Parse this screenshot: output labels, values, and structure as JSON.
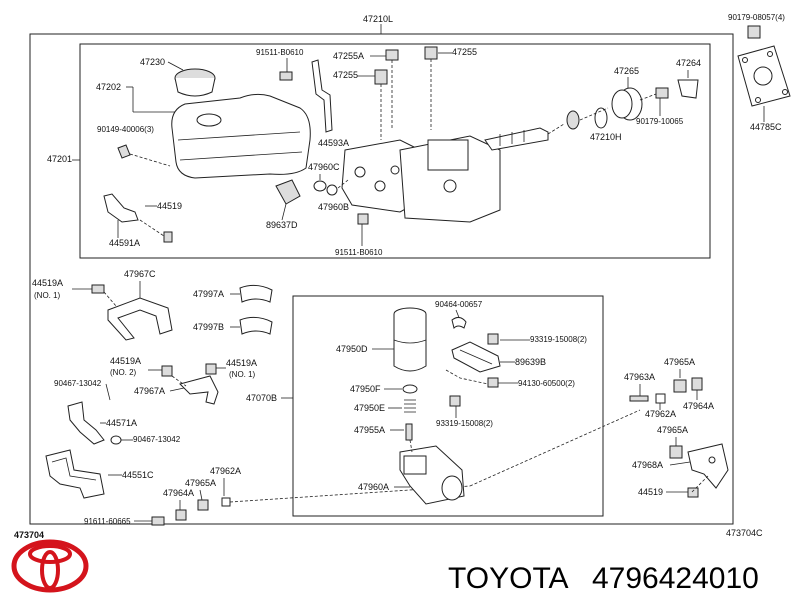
{
  "diagram": {
    "labels": {
      "assy_main": "47210L",
      "cap": "47230",
      "reservoir": "47202",
      "reservoir_assy": "47201",
      "screw_reservoir": "90149-40006(3)",
      "bolt_44519_top": "44519",
      "bracket_44591a": "44591A",
      "bolt_91511_top": "91511-B0610",
      "bracket_44593a": "44593A",
      "grommet_47255a": "47255A",
      "grommet_47255_left": "47255",
      "grommet_47255_right": "47255",
      "seal_47960c": "47960C",
      "washer_47960b": "47960B",
      "switch_89637d": "89637D",
      "bolt_91511_bottom": "91511-B0610",
      "boot_47265": "47265",
      "ring_47210h": "47210H",
      "clip_47264": "47264",
      "screw_90179_10065": "90179-10065",
      "nut_90179_08057": "90179-08057(4)",
      "gasket_44785c": "44785C",
      "bolt_44519a_no1_left": "44519A",
      "no1_left": "(NO. 1)",
      "bracket_47967c": "47967C",
      "cushion_47997a": "47997A",
      "cushion_47997b": "47997B",
      "bolt_44519a_no2": "44519A",
      "no2": "(NO. 2)",
      "bolt_44519a_no1_right": "44519A",
      "no1_right": "(NO. 1)",
      "clamp_90467_13042_left": "90467-13042",
      "bracket_47967a": "47967A",
      "tube_44571a": "44571A",
      "clamp_90467_13042_right": "90467-13042",
      "tube_44551c": "44551C",
      "grommet_47962a_bottom": "47962A",
      "grommet_47965a_bottom": "47965A",
      "grommet_47964a_bottom": "47964A",
      "bolt_91611": "91611-60665",
      "pump_assy": "47070B",
      "clip_90464": "90464-00657",
      "motor_47950d": "47950D",
      "bolt_93319_top": "93319-15008(2)",
      "bracket_89639b": "89639B",
      "nut_94130": "94130-60500(2)",
      "ring_47950f": "47950F",
      "spring_47950e": "47950E",
      "bolt_93319_bottom": "93319-15008(2)",
      "pin_47955a": "47955A",
      "pump_47960a": "47960A",
      "grommet_47965a_r_top": "47965A",
      "pin_47963a": "47963A",
      "grommet_47962a_r": "47962A",
      "grommet_47964a_r": "47964A",
      "grommet_47965a_r_mid": "47965A",
      "bracket_47968a": "47968A",
      "bolt_44519_r": "44519",
      "page_left": "473704",
      "page_right": "473704C"
    },
    "footer": {
      "brand": "TOYOTA",
      "part_number": "4796424010"
    },
    "colors": {
      "logo_red": "#d4141c",
      "ink": "#222222"
    }
  }
}
